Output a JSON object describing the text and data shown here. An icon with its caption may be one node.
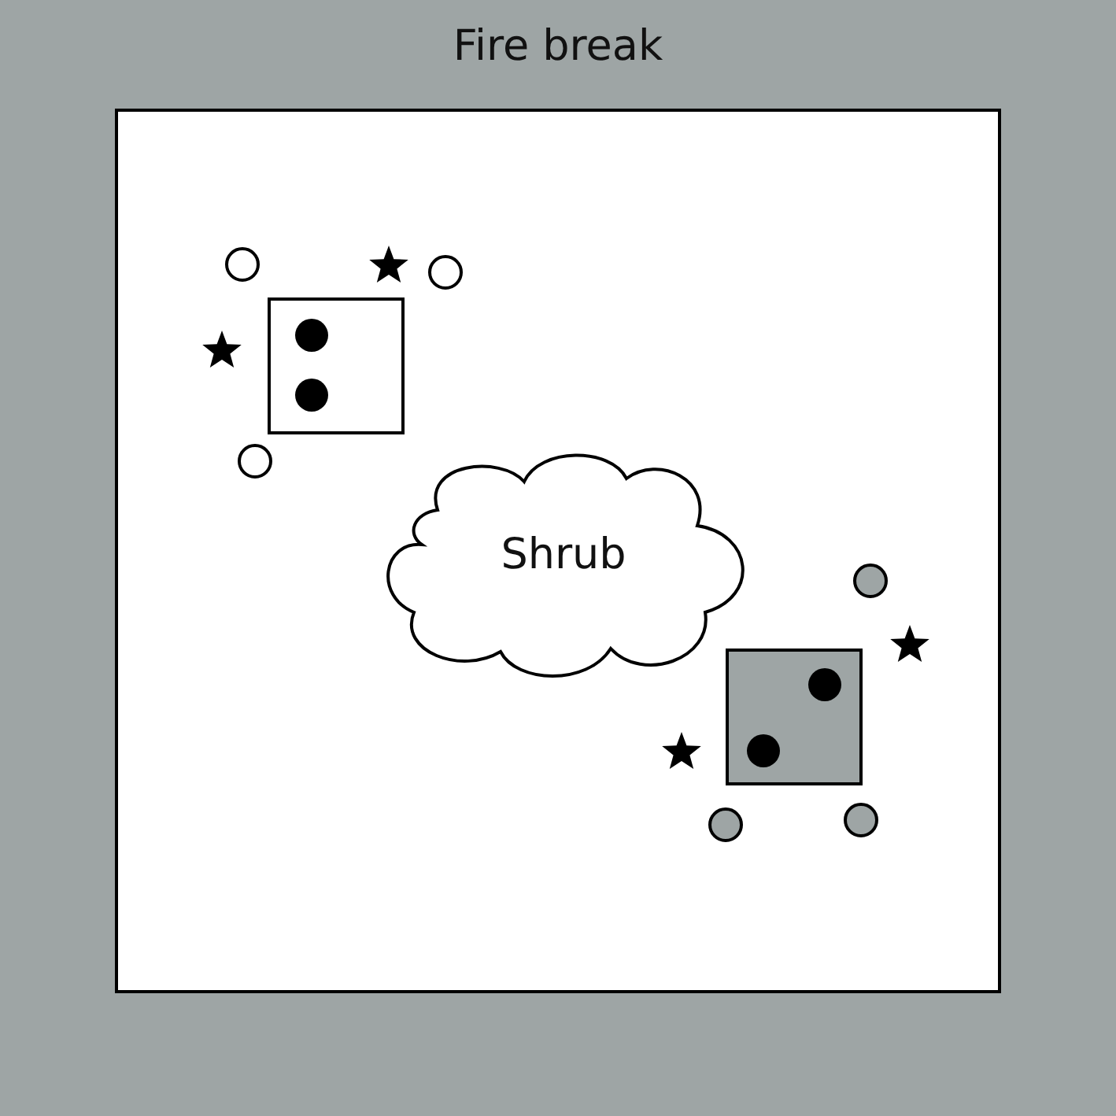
{
  "diagram": {
    "nodes": [
      {
        "text": [
          "Fire break"
        ]
      },
      {
        "text": [
          "Shrub"
        ],
        "in": 0
      }
    ]
  }
}
